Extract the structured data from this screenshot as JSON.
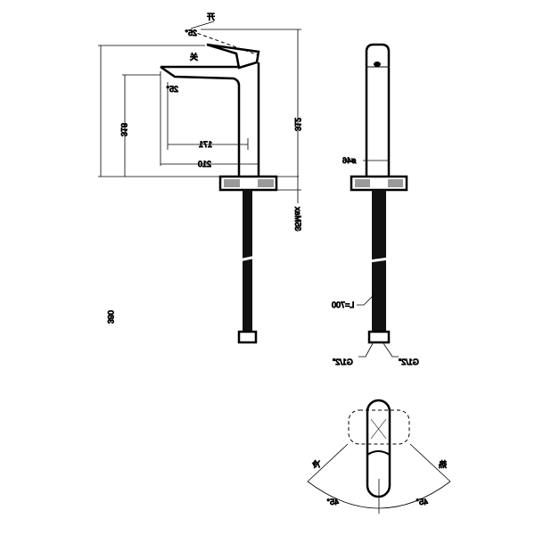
{
  "side_view": {
    "open_label": "开",
    "close_label": "关",
    "lever_angle": "25°",
    "spout_angle": "25°",
    "total_height": "380",
    "spout_height": "318",
    "body_height": "312",
    "reach_inner": "171",
    "reach_outer": "210",
    "deck_thickness": "35Max"
  },
  "front_view": {
    "body_diameter": "ø46",
    "hose_length": "L=700",
    "connector_left": "G1/2\"",
    "connector_right": "G1/2\""
  },
  "top_view": {
    "cold_label": "冷",
    "hot_label": "热",
    "angle_left": "45°",
    "angle_right": "45°"
  }
}
